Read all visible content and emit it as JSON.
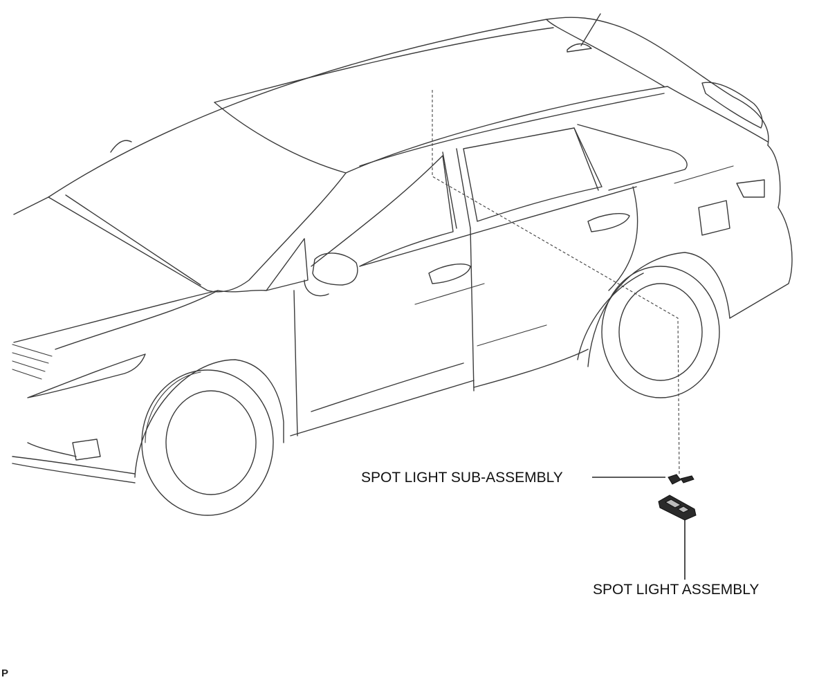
{
  "callouts": {
    "spot_light_sub_assembly": "SPOT LIGHT SUB-ASSEMBLY",
    "spot_light_assembly": "SPOT LIGHT ASSEMBLY"
  },
  "corner_code": "P"
}
